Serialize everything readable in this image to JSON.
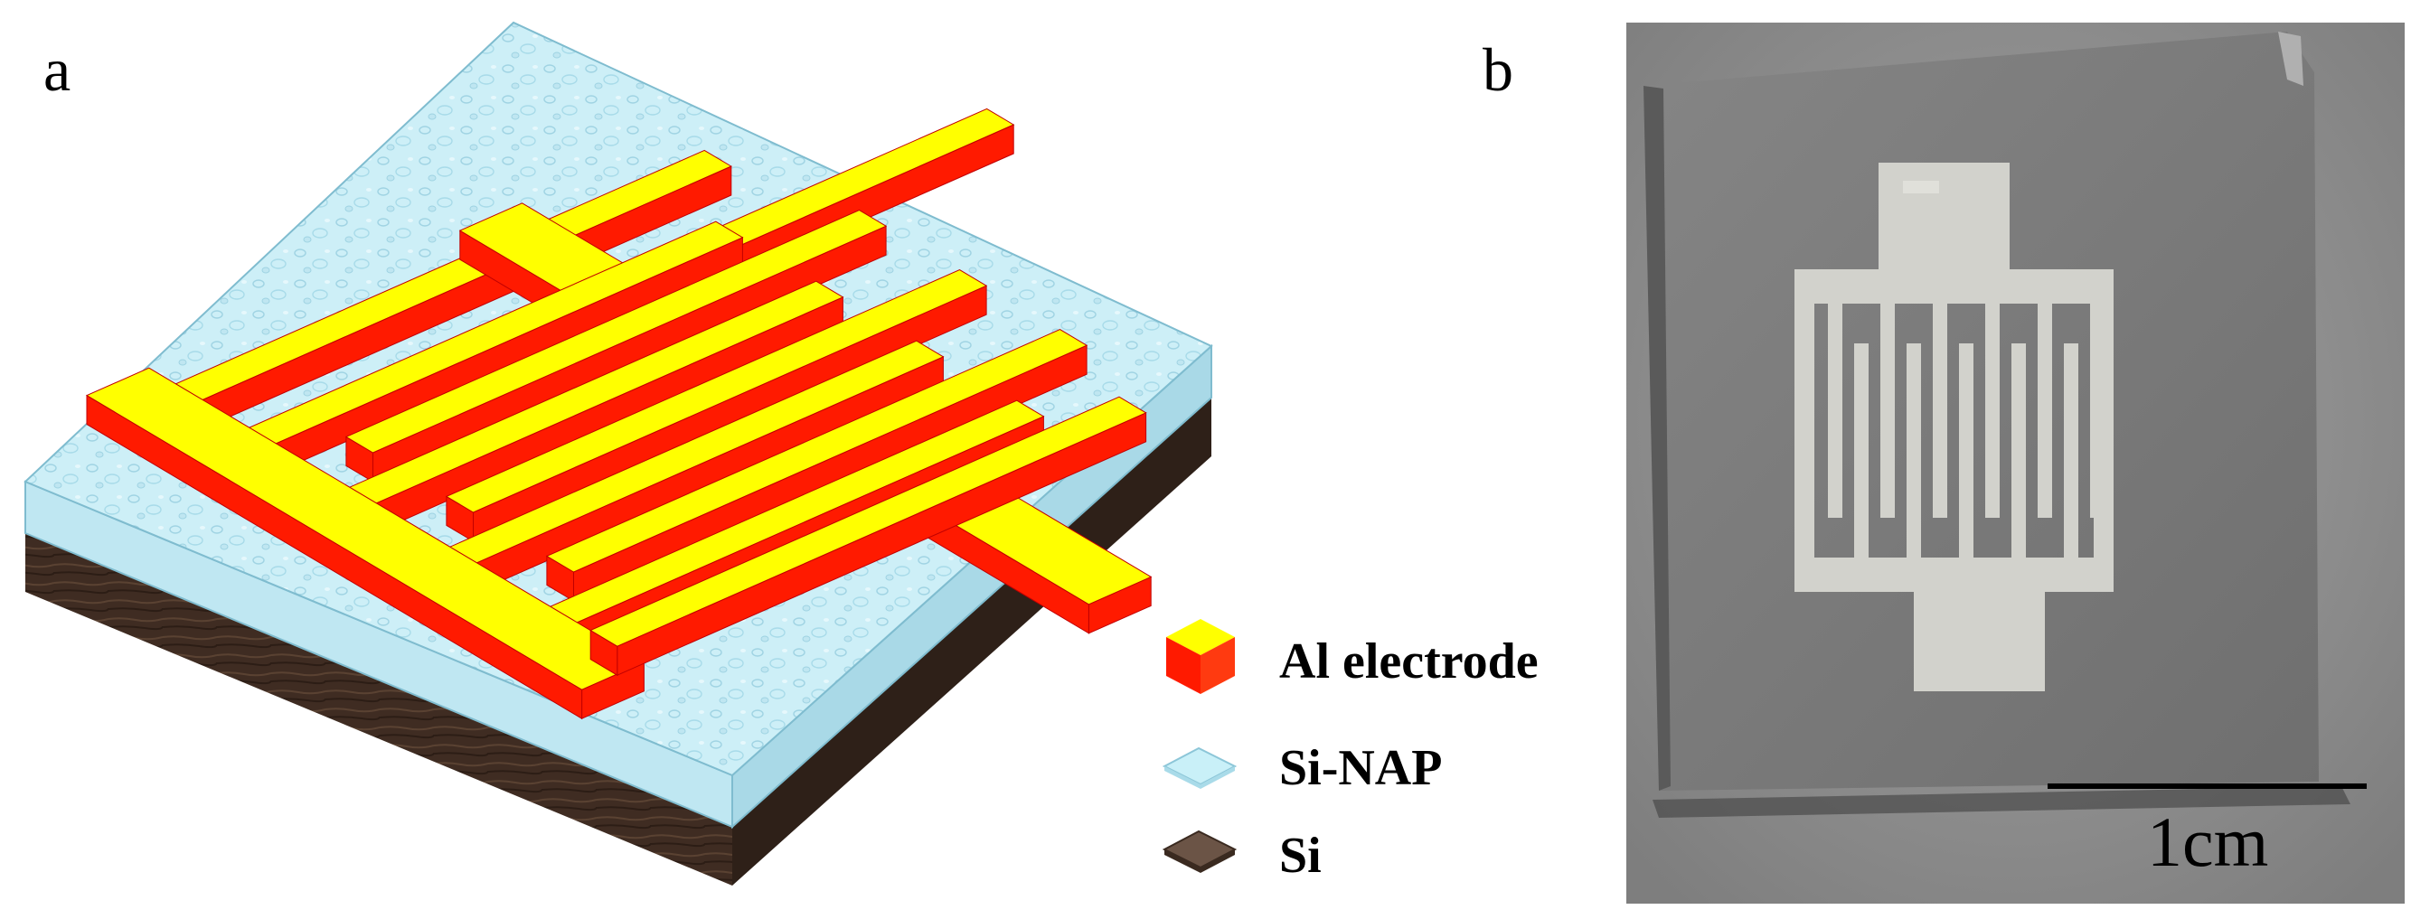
{
  "panels": {
    "a": {
      "label": "a"
    },
    "b": {
      "label": "b"
    }
  },
  "legend": [
    {
      "id": "al",
      "label": "Al electrode",
      "top_color": "#ffff00",
      "side_color": "#ff1a00"
    },
    {
      "id": "sinap",
      "label": "Si-NAP",
      "top_color": "#c9f0f8",
      "side_color": "#a9dbe9"
    },
    {
      "id": "si",
      "label": "Si",
      "top_color": "#6b5446",
      "side_color": "#3a2a20"
    }
  ],
  "colors": {
    "electrode_top": "#ffff00",
    "electrode_side": "#ff1a00",
    "electrode_edge": "#c00000",
    "sinap_top": "#cdeff7",
    "sinap_side": "#bfe7f2",
    "si_side": "#3f2c22",
    "photo_background": "#8f8f8f",
    "chip_surface": "#7d7d7d",
    "pattern_light": "#d2d2cc"
  },
  "scale_bar": {
    "label": "1cm"
  }
}
